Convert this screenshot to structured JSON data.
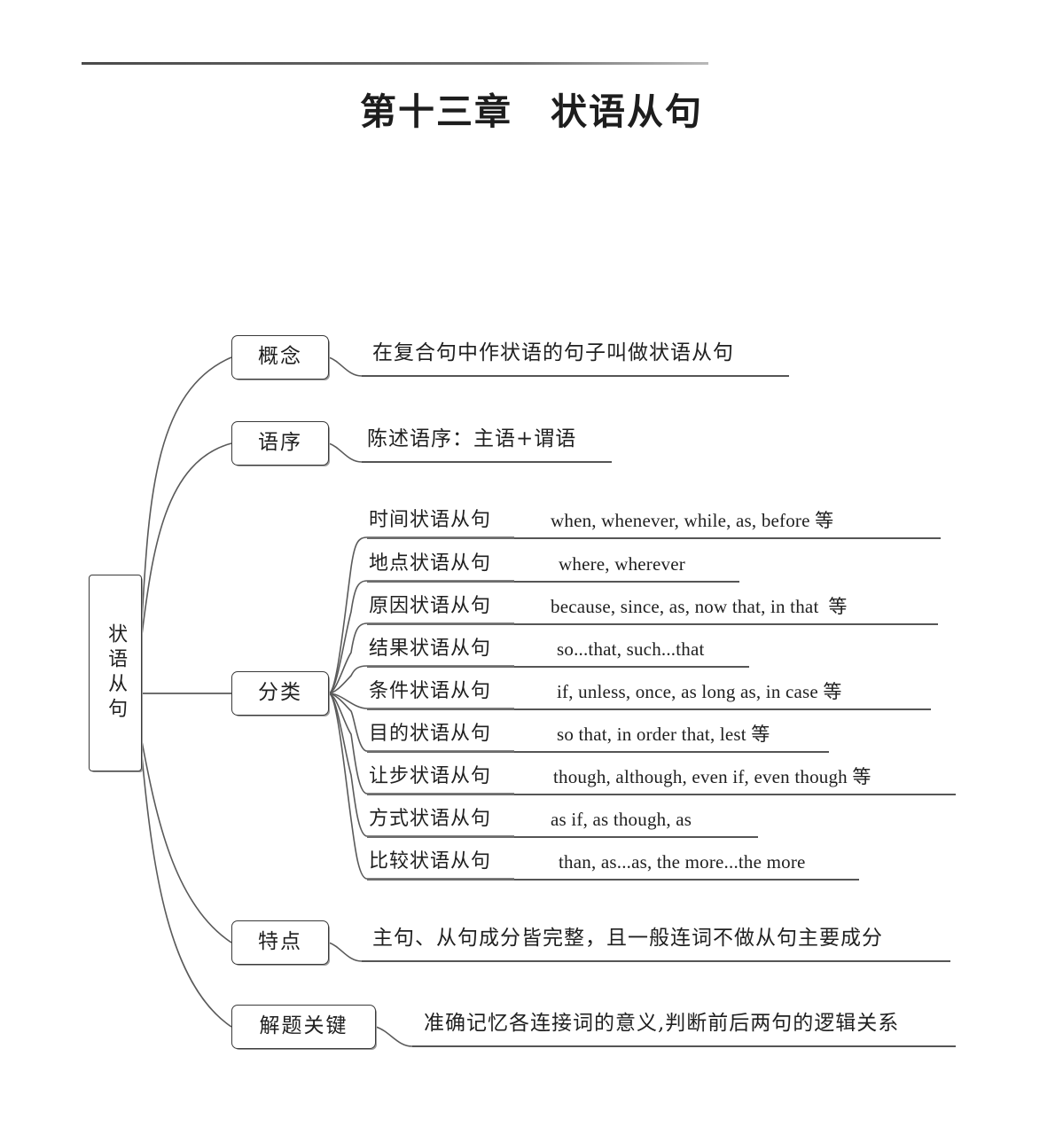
{
  "document": {
    "title": "第十三章　状语从句",
    "chapter_label": "第十三章",
    "topic_label": "状语从句"
  },
  "mindmap": {
    "root": {
      "label": "状语从句",
      "orientation": "vertical"
    },
    "branches": [
      {
        "id": "gainian",
        "label": "概念",
        "detail": "在复合句中作状语的句子叫做状语从句"
      },
      {
        "id": "yuxu",
        "label": "语序",
        "detail": "陈述语序：主语+谓语"
      },
      {
        "id": "fenlei",
        "label": "分类",
        "detail": ""
      },
      {
        "id": "tedian",
        "label": "特点",
        "detail": "主句、从句成分皆完整，且一般连词不做从句主要成分"
      },
      {
        "id": "jieti",
        "label": "解题关键",
        "detail": "准确记忆各连接词的意义,判断前后两句的逻辑关系"
      }
    ],
    "categories": [
      {
        "name": "时间状语从句",
        "conjunctions": "when, whenever, while, as, before 等"
      },
      {
        "name": "地点状语从句",
        "conjunctions": "where, wherever"
      },
      {
        "name": "原因状语从句",
        "conjunctions": "because, since, as, now that, in that  等"
      },
      {
        "name": "结果状语从句",
        "conjunctions": "so...that, such...that"
      },
      {
        "name": "条件状语从句",
        "conjunctions": "if, unless, once, as long as, in case 等"
      },
      {
        "name": "目的状语从句",
        "conjunctions": "so that, in order that, lest 等"
      },
      {
        "name": "让步状语从句",
        "conjunctions": "though, although, even if, even though 等"
      },
      {
        "name": "方式状语从句",
        "conjunctions": "as if, as though, as"
      },
      {
        "name": "比较状语从句",
        "conjunctions": "than, as...as, the more...the more"
      }
    ]
  },
  "style": {
    "line_color": "#555555",
    "box_border": "#3a3a3a",
    "text_color": "#1f1f1f",
    "background": "#ffffff"
  }
}
